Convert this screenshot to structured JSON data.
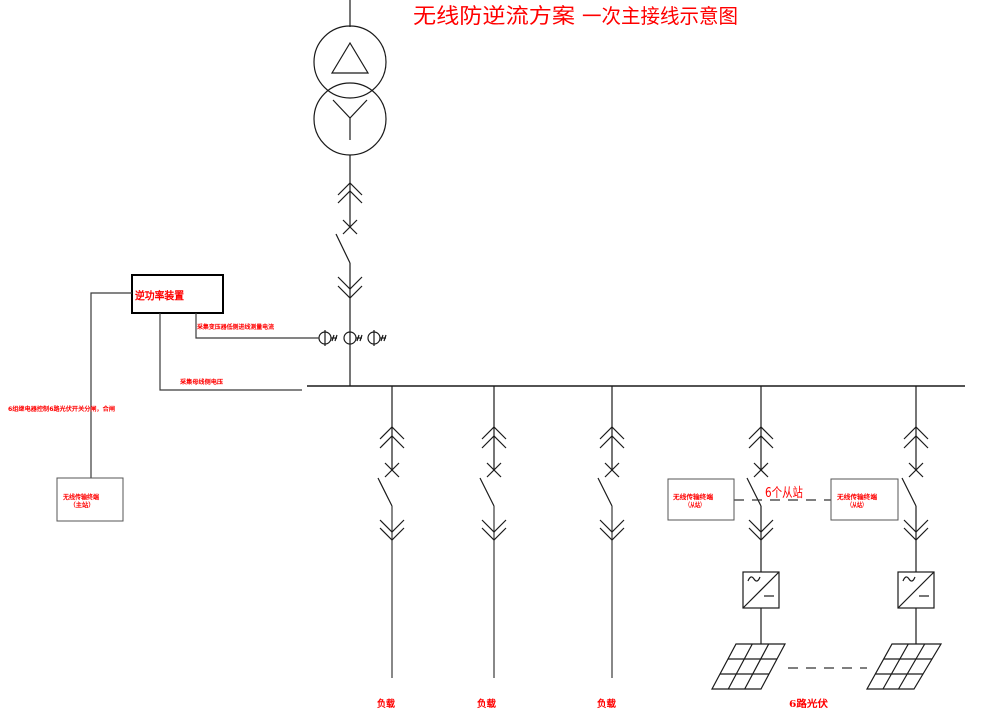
{
  "title": {
    "main": "无线防逆流方案",
    "sub": "一次主接线示意图"
  },
  "reverse_power_device": {
    "label": "逆功率装置"
  },
  "annotations": {
    "ct_current": "采集变压器低侧进线测量电流",
    "bus_voltage": "采集母线侧电压",
    "relay_control": "6组继电器控制6路光伏开关分闸，合闸"
  },
  "master_terminal": {
    "line1": "无线传输终端",
    "line2": "（主站）"
  },
  "slave_terminals": [
    {
      "line1": "无线传输终端",
      "line2": "（从站）"
    },
    {
      "line1": "无线传输终端",
      "line2": "（从站）"
    }
  ],
  "slave_count_label": "6个从站",
  "feeders": {
    "loads": [
      {
        "label": "负载"
      },
      {
        "label": "负载"
      },
      {
        "label": "负载"
      }
    ],
    "pv_label": "6路光伏"
  },
  "symbols": {
    "transformer": "delta-wye-transformer-icon",
    "isolating_contact": "double-chevron-icon",
    "circuit_breaker": "x-breaker-icon",
    "switch": "open-switch-blade-icon",
    "current_transformer": "current-transformer-icon",
    "inverter": "dc-ac-inverter-icon",
    "pv_panel": "pv-panel-icon"
  },
  "colors": {
    "annotation": "#ff0000",
    "line": "#1a1a1a"
  }
}
